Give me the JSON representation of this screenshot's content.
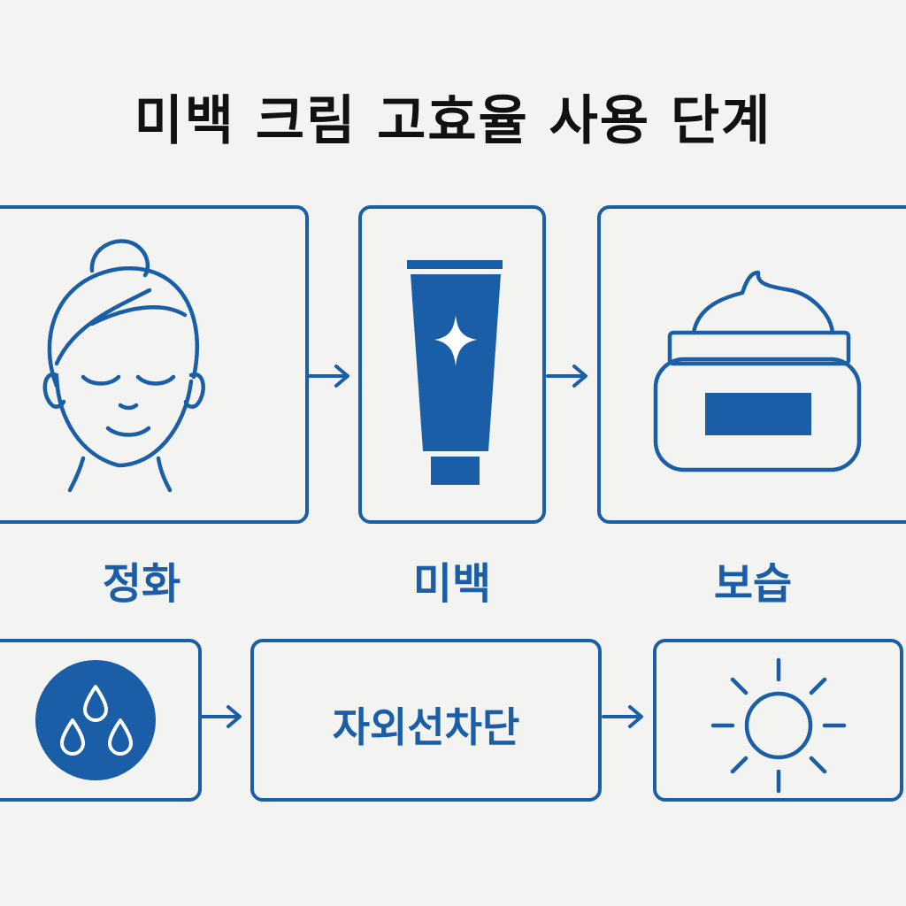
{
  "title": "미백 크림 고효율 사용 단계",
  "colors": {
    "accent": "#1a5ea8",
    "background": "#f3f3f1",
    "title": "#111111"
  },
  "steps": [
    {
      "label": "정화",
      "icon": "face-icon"
    },
    {
      "label": "미백",
      "icon": "cream-tube-icon"
    },
    {
      "label": "보습",
      "icon": "cream-jar-icon"
    }
  ],
  "bottom": {
    "drops_icon": "water-drops-icon",
    "sunscreen_text": "자외선차단",
    "sun_icon": "sun-icon"
  }
}
